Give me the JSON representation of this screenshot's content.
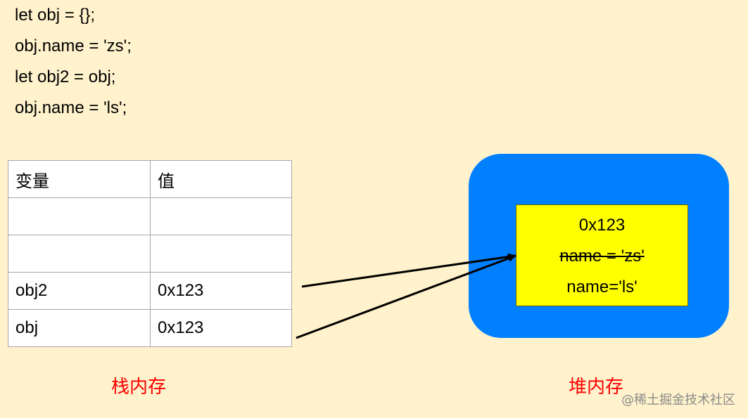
{
  "code": {
    "lines": [
      "let obj = {};",
      "obj.name = 'zs';",
      "let obj2 = obj;",
      "obj.name = 'ls';"
    ]
  },
  "stack": {
    "headers": [
      "变量",
      "值"
    ],
    "rows": [
      [
        "",
        ""
      ],
      [
        "",
        ""
      ],
      [
        "obj2",
        "0x123"
      ],
      [
        "obj",
        "0x123"
      ]
    ],
    "caption": "栈内存"
  },
  "heap": {
    "address": "0x123",
    "old_property": "name = 'zs'",
    "new_property": "name='ls'",
    "caption": "堆内存",
    "outer_color": "#0080ff",
    "inner_color": "#ffff00"
  },
  "watermark": "@稀土掘金技术社区"
}
